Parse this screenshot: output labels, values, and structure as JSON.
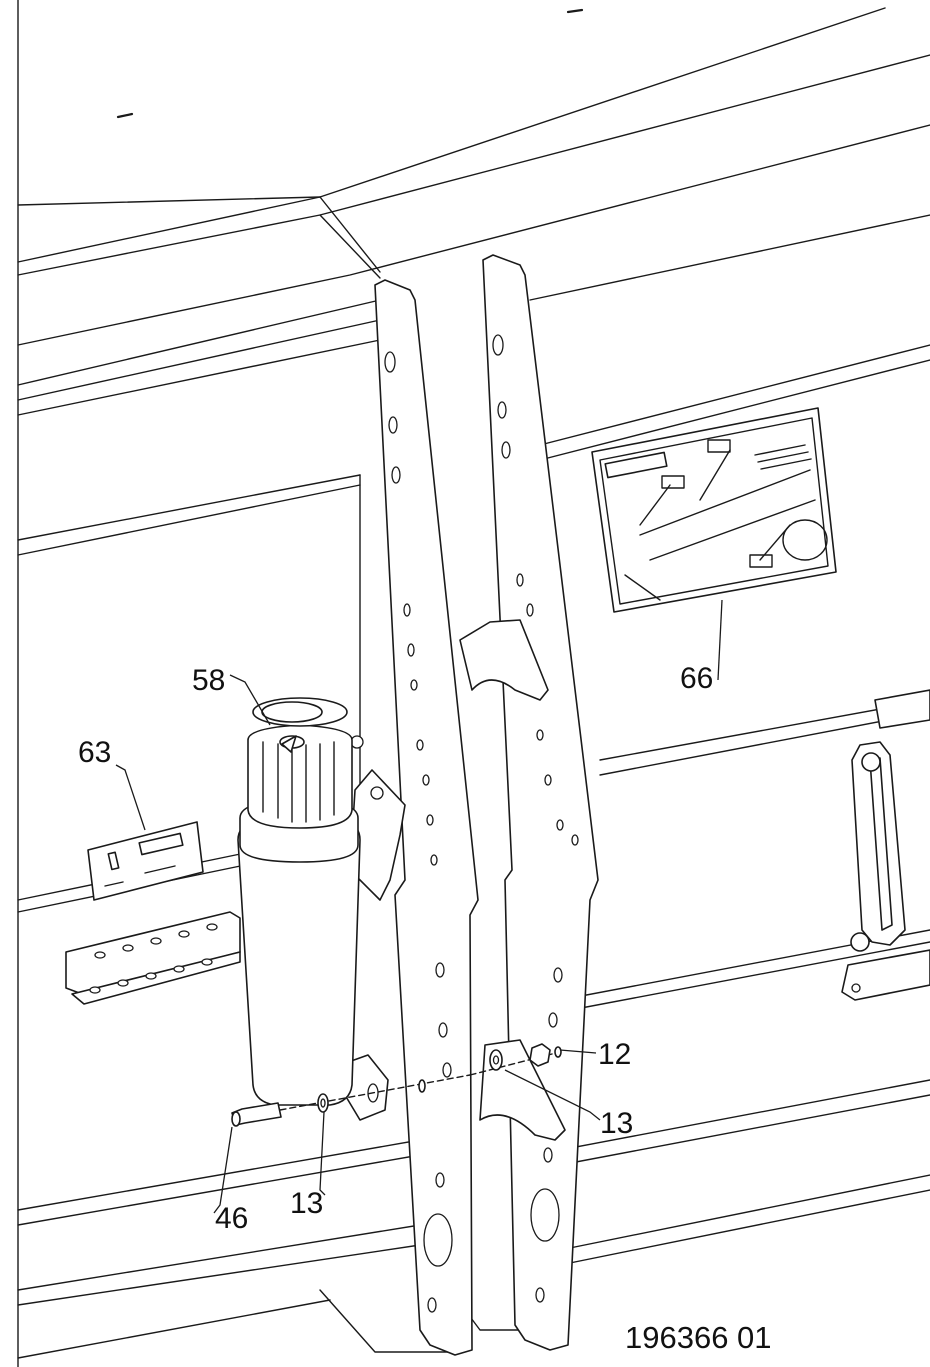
{
  "drawing_number": "196366 01",
  "callouts": [
    {
      "id": "c58",
      "label": "58",
      "part": "filter"
    },
    {
      "id": "c63",
      "label": "63",
      "part": "small-decal"
    },
    {
      "id": "c66",
      "label": "66",
      "part": "lubrication-decal"
    },
    {
      "id": "c12",
      "label": "12",
      "part": "nut"
    },
    {
      "id": "c13a",
      "label": "13",
      "part": "washer-right"
    },
    {
      "id": "c13b",
      "label": "13",
      "part": "washer-left"
    },
    {
      "id": "c46",
      "label": "46",
      "part": "bolt"
    }
  ],
  "colors": {
    "line": "#1a1a1a",
    "background": "#ffffff"
  }
}
